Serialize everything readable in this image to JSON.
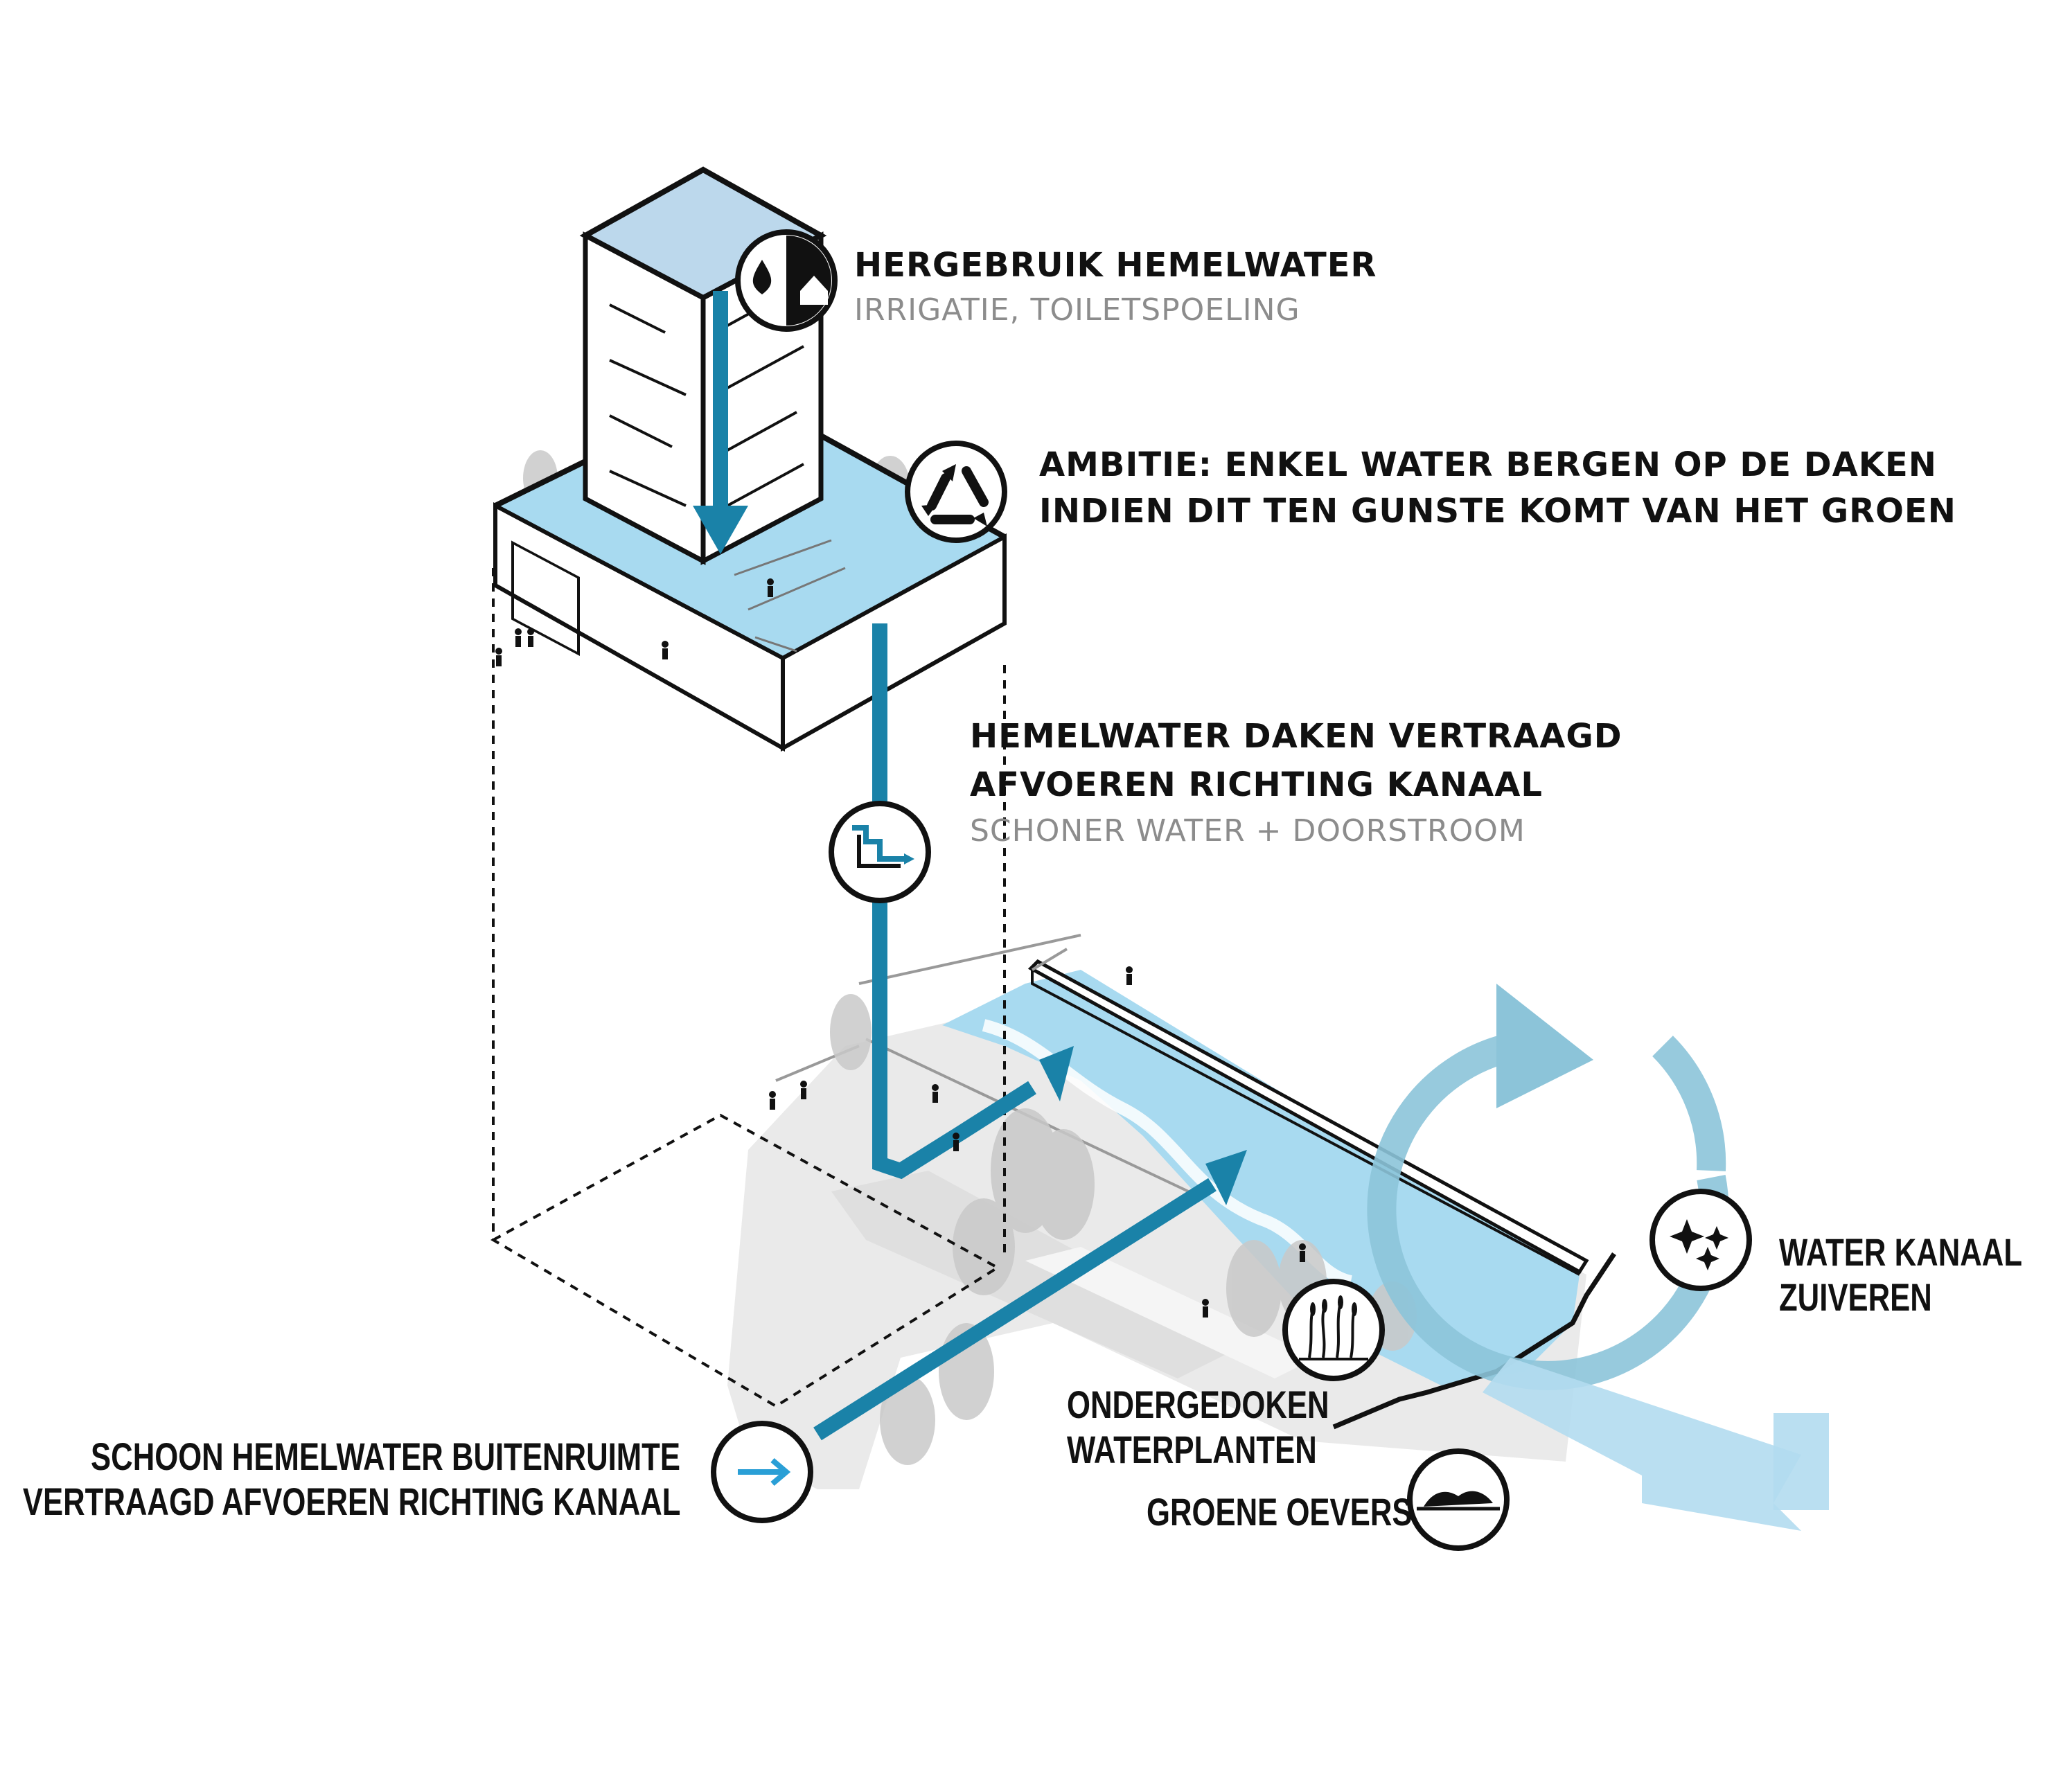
{
  "labels": {
    "reuse": {
      "title": "HERGEBRUIK HEMELWATER",
      "subtitle": "IRRIGATIE, TOILETSPOELING"
    },
    "ambition": {
      "line1": "AMBITIE: ENKEL WATER BERGEN OP DE DAKEN",
      "line2": "INDIEN DIT TEN GUNSTE KOMT VAN HET GROEN"
    },
    "roof_runoff": {
      "line1": "HEMELWATER DAKEN VERTRAAGD",
      "line2": "AFVOEREN RICHTING KANAAL",
      "subtitle": "SCHONER WATER + DOORSTROOM"
    },
    "purify": {
      "line1": "WATER KANAAL",
      "line2": "ZUIVEREN"
    },
    "plants": {
      "line1": "ONDERGEDOKEN",
      "line2": "WATERPLANTEN"
    },
    "banks": {
      "line1": "GROENE OEVERS"
    },
    "outdoor": {
      "line1": "SCHOON HEMELWATER BUITENRUIMTE",
      "line2": "VERTRAAGD AFVOEREN RICHTING KANAAL"
    }
  },
  "colors": {
    "water_light": "#a8daf0",
    "water_flow": "#1a82a8",
    "roof_glass": "#bcd8ec",
    "circle_arrow": "#8cc4d9",
    "outflow": "#b3dcf0",
    "ground": "#e9e9e9",
    "tree": "#c9c9c9",
    "ink": "#111111"
  },
  "icons": [
    "water-drop-house-icon",
    "recycle-icon",
    "delay-flow-icon",
    "sparkle-icon",
    "water-plants-icon",
    "green-bank-icon",
    "arrow-right-icon"
  ]
}
